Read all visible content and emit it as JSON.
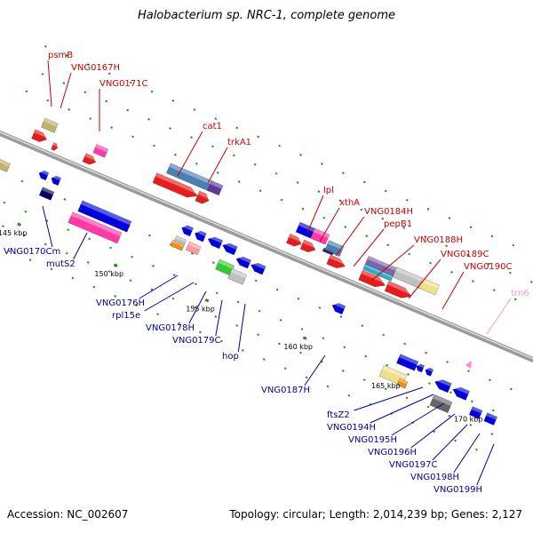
{
  "title": "Halobacterium sp. NRC-1, complete genome",
  "accession": "Accession: NC_002607",
  "topology": "Topology: circular; Length: 2,014,239 bp; Genes: 2,127",
  "colors": {
    "forward_label": "#cc0000",
    "reverse_label": "#000099",
    "rna_label": "#ff99bb",
    "backbone": "#777777",
    "tick": "#228822"
  },
  "ticks": [
    "145 kbp",
    "150 kbp",
    "155 kbp",
    "160 kbp",
    "165 kbp",
    "170 kbp"
  ],
  "forward_genes": [
    "psmB",
    "VNG0167H",
    "VNG0171C",
    "cat1",
    "trkA1",
    "lpl",
    "xthA",
    "VNG0184H",
    "pepB1",
    "VNG0188H",
    "VNG0189C",
    "VNG0190C"
  ],
  "rna_genes": [
    "trn6"
  ],
  "reverse_genes": [
    "VNG0170Cm",
    "mutS2",
    "VNG0176H",
    "rpl15e",
    "VNG0178H",
    "VNG0179C",
    "hop",
    "VNG0187H",
    "ftsZ2",
    "VNG0194H",
    "VNG0195H",
    "VNG0196H",
    "VNG0197C",
    "VNG0198H",
    "VNG0199H"
  ]
}
